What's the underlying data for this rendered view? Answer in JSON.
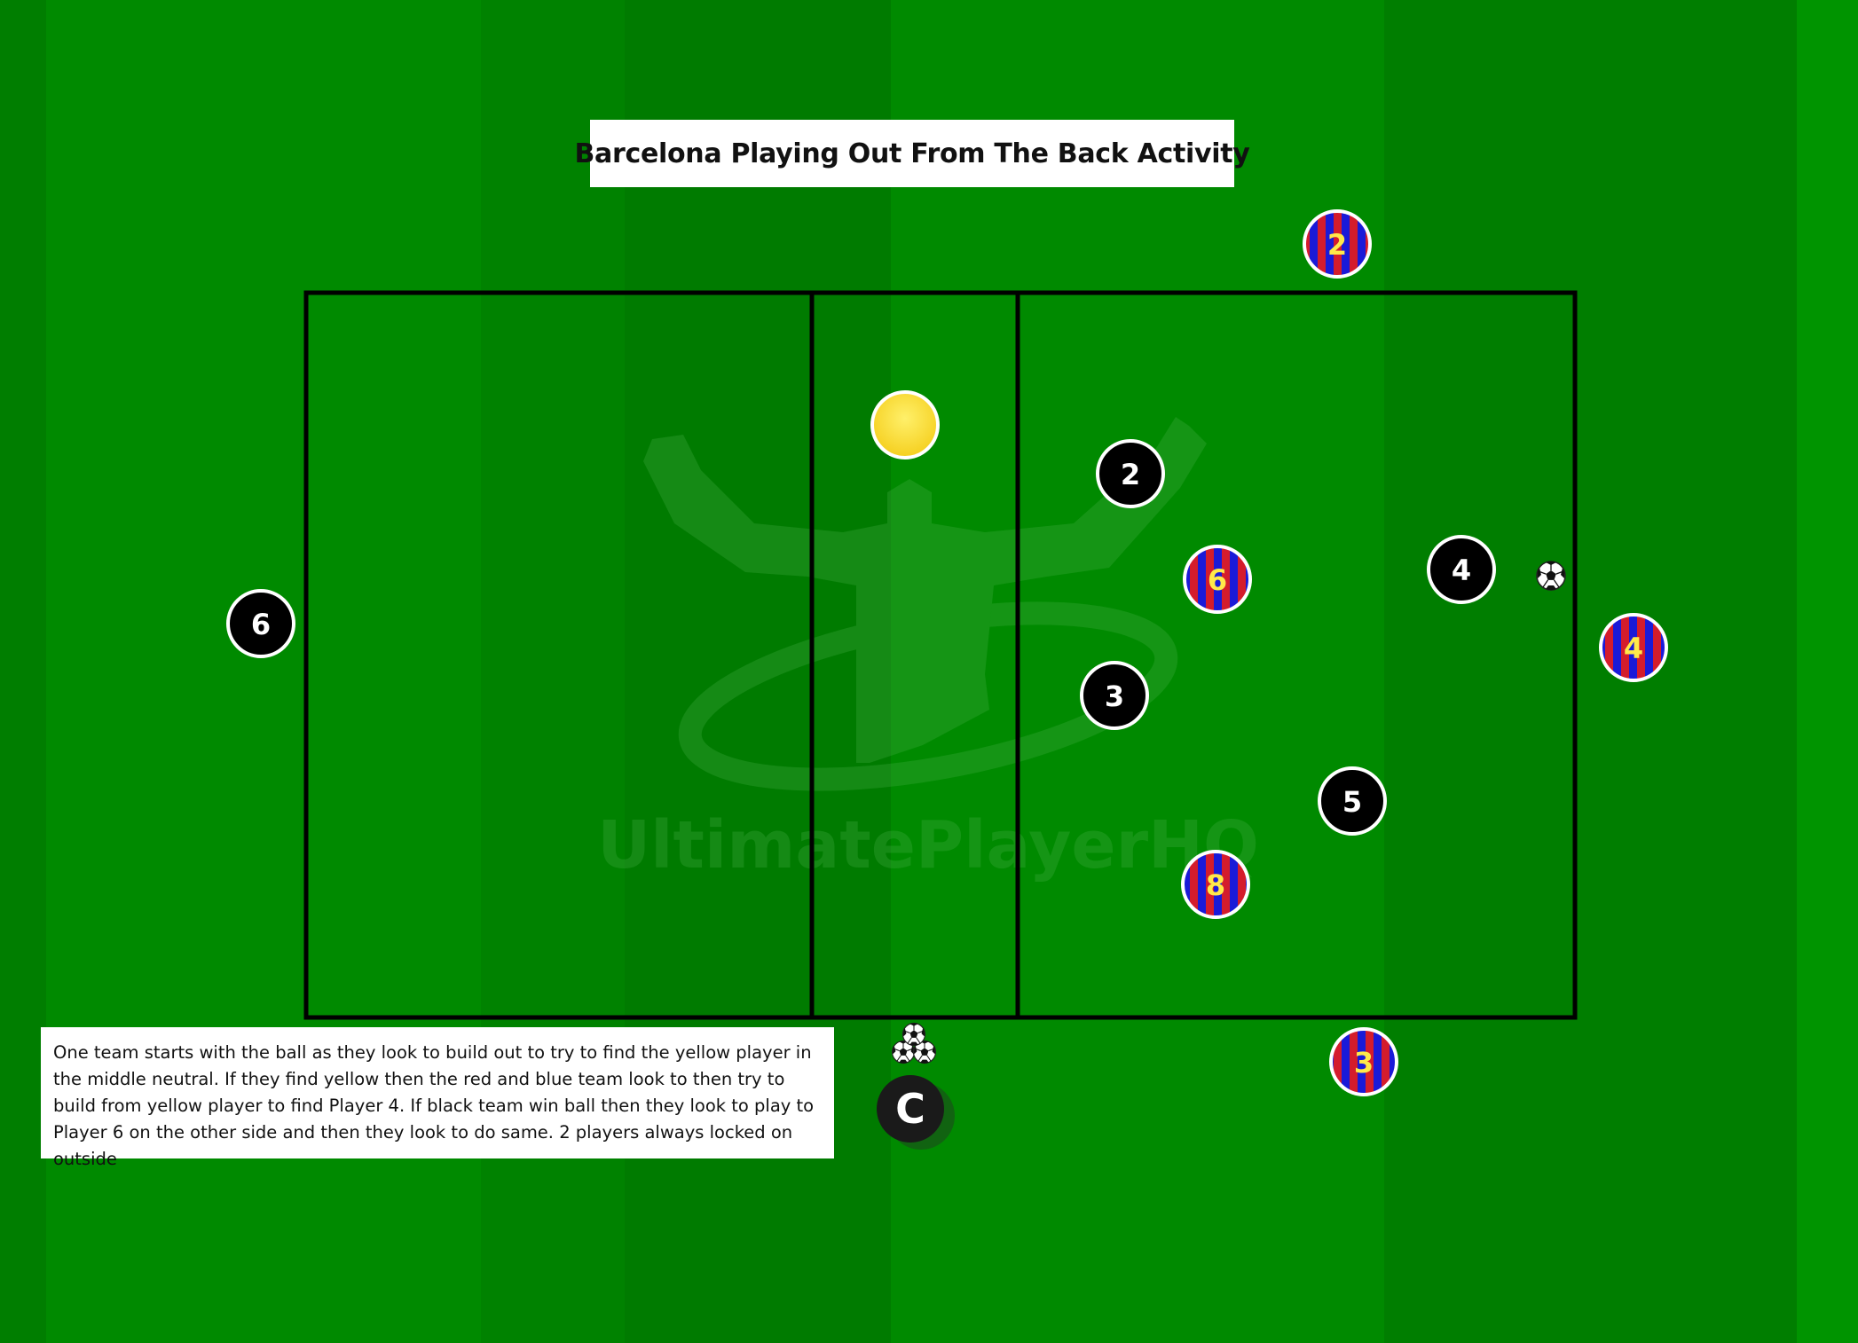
{
  "title": "Barcelona Playing Out From The Back Activity",
  "description": "One team starts with the ball as they look to build out to try to find the yellow player in the middle neutral. If they find yellow then the red and blue team look to then try to build from yellow player to find Player 4. If black team win ball then they look to play to Player 6 on the other side and then they look to do same. 2 players always locked on outside",
  "watermark": "UltimatePlayerHQ",
  "colors": {
    "pitch": "#008a00",
    "black_team": "#000000",
    "barca_blue": "#1a1ad8",
    "barca_red": "#d41c2c",
    "barca_number": "#ffe94a",
    "neutral": "#ffe13a"
  },
  "players": {
    "black": [
      {
        "number": "6"
      },
      {
        "number": "2"
      },
      {
        "number": "4"
      },
      {
        "number": "3"
      },
      {
        "number": "5"
      }
    ],
    "barca": [
      {
        "number": "2"
      },
      {
        "number": "6"
      },
      {
        "number": "4"
      },
      {
        "number": "8"
      },
      {
        "number": "3"
      }
    ],
    "neutral": {
      "icon": "yellow-player-icon"
    },
    "coach": {
      "label": "C"
    }
  },
  "equipment": {
    "ball": "soccer-ball-icon",
    "ball_pile": "ball-pile-icon"
  }
}
